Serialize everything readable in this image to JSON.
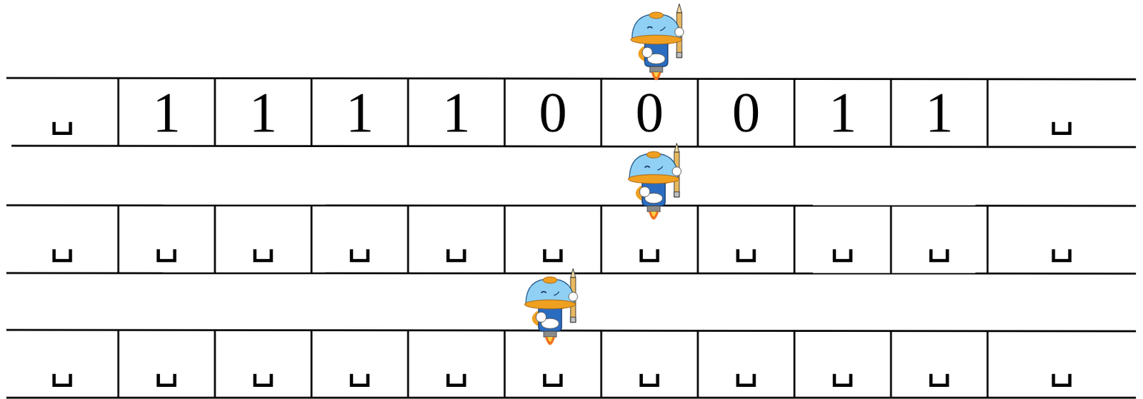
{
  "diagram": {
    "nodes": [
      {
        "text": [
          "␣"
        ]
      },
      {
        "text": [
          "1"
        ]
      },
      {
        "text": [
          "1"
        ]
      },
      {
        "text": [
          "1"
        ]
      },
      {
        "text": [
          "1"
        ]
      },
      {
        "text": [
          "0"
        ]
      },
      {
        "text": [
          "0"
        ]
      },
      {
        "text": [
          "0"
        ]
      },
      {
        "text": [
          "1"
        ]
      },
      {
        "text": [
          "1"
        ]
      },
      {
        "text": [
          "␣"
        ]
      },
      {
        "text": [
          "␣"
        ]
      },
      {
        "text": [
          "␣"
        ]
      },
      {
        "text": [
          "␣"
        ]
      },
      {
        "text": [
          "␣"
        ]
      },
      {
        "text": [
          "␣"
        ]
      },
      {
        "text": [
          "␣"
        ]
      },
      {
        "text": [
          "␣"
        ]
      },
      {
        "text": [
          "␣"
        ]
      },
      {
        "text": [
          "␣"
        ]
      },
      {
        "text": [
          "␣"
        ]
      },
      {
        "text": [
          "␣"
        ]
      },
      {
        "text": [
          "␣"
        ]
      },
      {
        "text": [
          "␣"
        ]
      },
      {
        "text": [
          "␣"
        ]
      },
      {
        "text": [
          "␣"
        ]
      },
      {
        "text": [
          "␣"
        ]
      },
      {
        "text": [
          "␣"
        ]
      },
      {
        "text": [
          "␣"
        ]
      },
      {
        "text": [
          "␣"
        ]
      },
      {
        "text": [
          "␣"
        ]
      },
      {
        "text": [
          "␣"
        ]
      },
      {
        "text": [
          "␣"
        ]
      }
    ]
  }
}
